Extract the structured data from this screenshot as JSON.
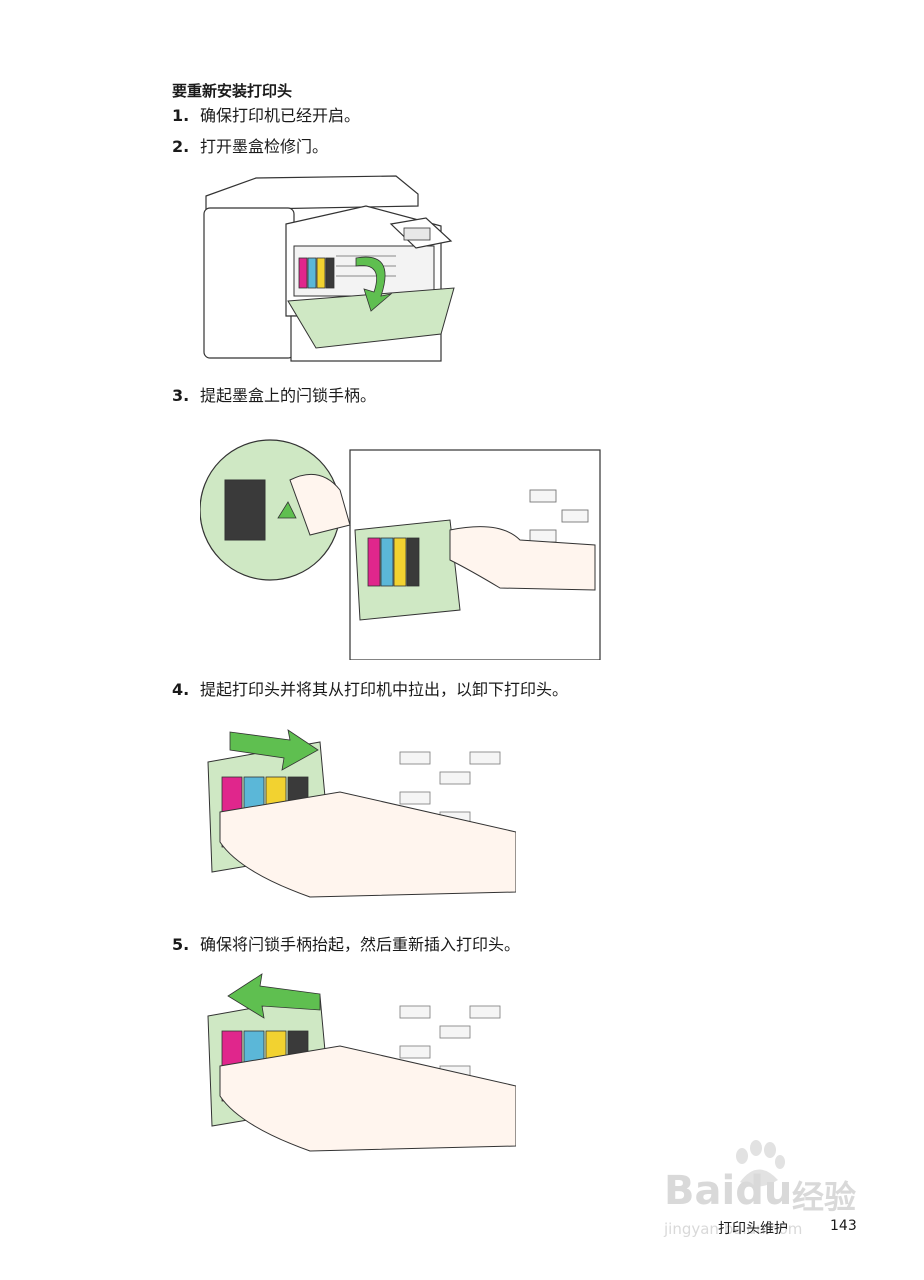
{
  "heading": "要重新安装打印头",
  "steps": [
    {
      "num": "1.",
      "text": "确保打印机已经开启。"
    },
    {
      "num": "2.",
      "text": "打开墨盒检修门。"
    },
    {
      "num": "3.",
      "text": "提起墨盒上的闩锁手柄。"
    },
    {
      "num": "4.",
      "text": "提起打印头并将其从打印机中拉出，以卸下打印头。"
    },
    {
      "num": "5.",
      "text": "确保将闩锁手柄抬起，然后重新插入打印头。"
    }
  ],
  "footer": {
    "section": "打印头维护",
    "page": "143"
  },
  "watermark": {
    "brand": "Baidu",
    "product": "经验",
    "url": "jingyan.baidu.com"
  },
  "colors": {
    "ink_magenta": "#e0268c",
    "ink_cyan": "#5bb7d8",
    "ink_yellow": "#f2d230",
    "ink_black": "#3a3a3a",
    "highlight": "#cfe8c4",
    "arrow": "#5fbf50"
  }
}
